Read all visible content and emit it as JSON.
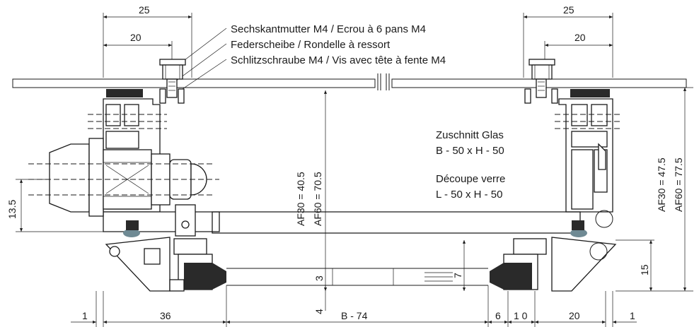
{
  "notes": {
    "hex_nut": "Sechskantmutter M4  /  Ecrou à 6 pans M4",
    "spring_washer": "Federscheibe             /  Rondelle à ressort",
    "slotted_screw": "Schlitzschraube M4   /  Vis avec tête à fente M4",
    "glass_cut_de_title": "Zuschnitt Glas",
    "glass_cut_de_formula": "B - 50 x H - 50",
    "glass_cut_fr_title": "Découpe verre",
    "glass_cut_fr_formula": "L - 50 x H - 50"
  },
  "dimensions": {
    "left_top_outer": "25",
    "left_top_inner": "20",
    "right_top_outer": "25",
    "right_top_inner": "20",
    "left_height": "13.5",
    "center_af30": "AF30 = 40.5",
    "center_af60": "AF60 = 70.5",
    "glass_gap": "3",
    "glass_offset": "4",
    "right_glass": "7",
    "right_af30": "AF30 = 47.5",
    "right_af60": "AF60 = 77.5",
    "right_small": "15",
    "bottom_left_edge": "1",
    "bottom_left_width": "36",
    "bottom_center": "B - 74",
    "bottom_six": "6",
    "bottom_ten": "1 0",
    "bottom_twenty": "20",
    "bottom_right_edge": "1"
  }
}
